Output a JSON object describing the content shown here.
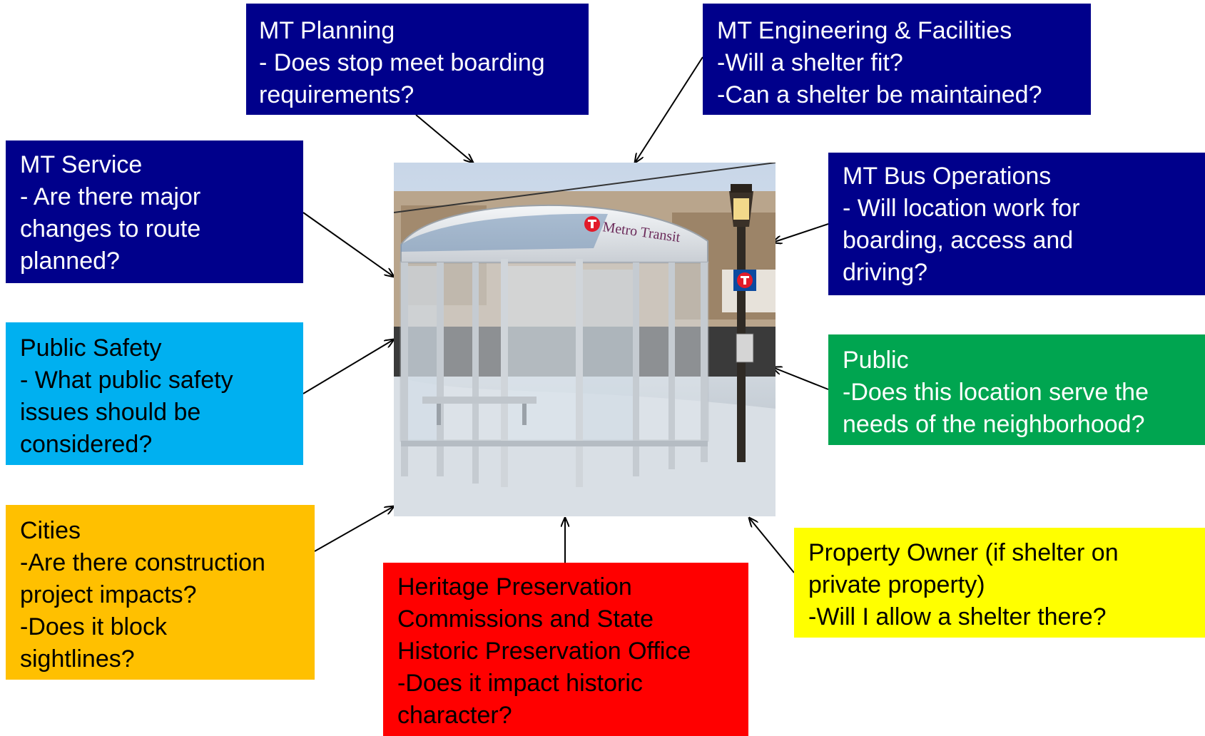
{
  "colors": {
    "mt_blue": "#00008b",
    "public_safety": "#00b0f0",
    "public": "#00a550",
    "cities": "#ffc000",
    "heritage": "#ff0000",
    "owner": "#ffff00"
  },
  "photo": {
    "sign_text": "Metro Transit",
    "sign_icon": "metro-transit-t-logo-icon"
  },
  "boxes": {
    "planning": {
      "color": "#00008b",
      "text_color": "#ffffff",
      "lines": [
        "MT Planning",
        "- Does stop meet boarding",
        "requirements?"
      ]
    },
    "engineering": {
      "color": "#00008b",
      "text_color": "#ffffff",
      "lines": [
        "MT Engineering & Facilities",
        "-Will a shelter fit?",
        "-Can a shelter be maintained?"
      ]
    },
    "service": {
      "color": "#00008b",
      "text_color": "#ffffff",
      "lines": [
        "MT Service",
        "- Are there major",
        "changes to route",
        "planned?"
      ]
    },
    "busops": {
      "color": "#00008b",
      "text_color": "#ffffff",
      "lines": [
        "MT Bus Operations",
        "- Will location work for",
        "boarding, access and",
        "driving?"
      ]
    },
    "safety": {
      "color": "#00b0f0",
      "text_color": "#000000",
      "lines": [
        "Public Safety",
        "- What public safety",
        "issues should be",
        "considered?"
      ]
    },
    "public": {
      "color": "#00a550",
      "text_color": "#ffffff",
      "lines": [
        "Public",
        "-Does this location serve the",
        "needs of the neighborhood?"
      ]
    },
    "cities": {
      "color": "#ffc000",
      "text_color": "#000000",
      "lines": [
        "Cities",
        "-Are there construction",
        "project impacts?",
        "-Does it block",
        "sightlines?"
      ]
    },
    "heritage": {
      "color": "#ff0000",
      "text_color": "#000000",
      "lines": [
        "Heritage Preservation",
        "Commissions and State",
        "Historic Preservation Office",
        "-Does it impact historic",
        "character?"
      ]
    },
    "owner": {
      "color": "#ffff00",
      "text_color": "#000000",
      "lines": [
        "Property Owner (if shelter on",
        "private property)",
        "-Will I allow a shelter there?"
      ]
    }
  }
}
